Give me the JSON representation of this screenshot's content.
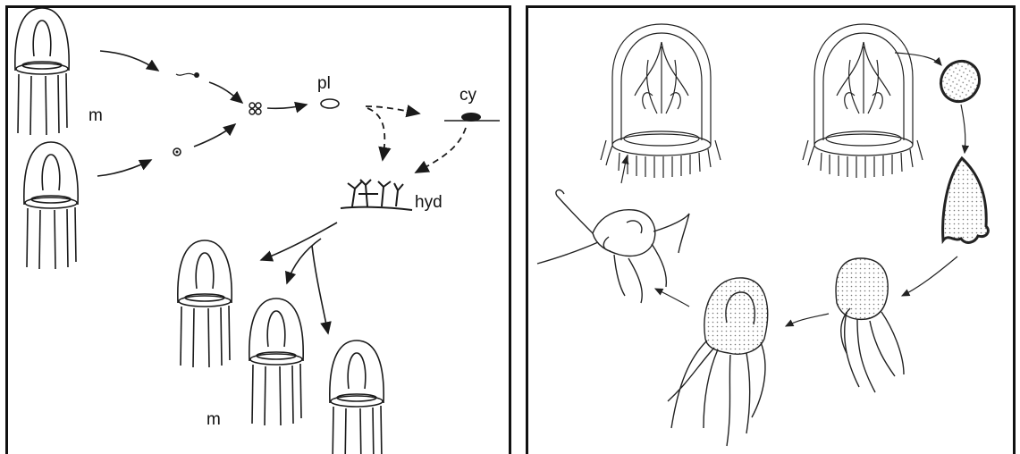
{
  "left_panel": {
    "labels": {
      "medusa_top": "m",
      "planula": "pl",
      "cyst": "cy",
      "hydroid": "hyd",
      "medusa_bottom": "m"
    }
  },
  "right_panel": {},
  "colors": {
    "ink": "#1a1a1a",
    "background": "#ffffff",
    "border": "#111111"
  }
}
